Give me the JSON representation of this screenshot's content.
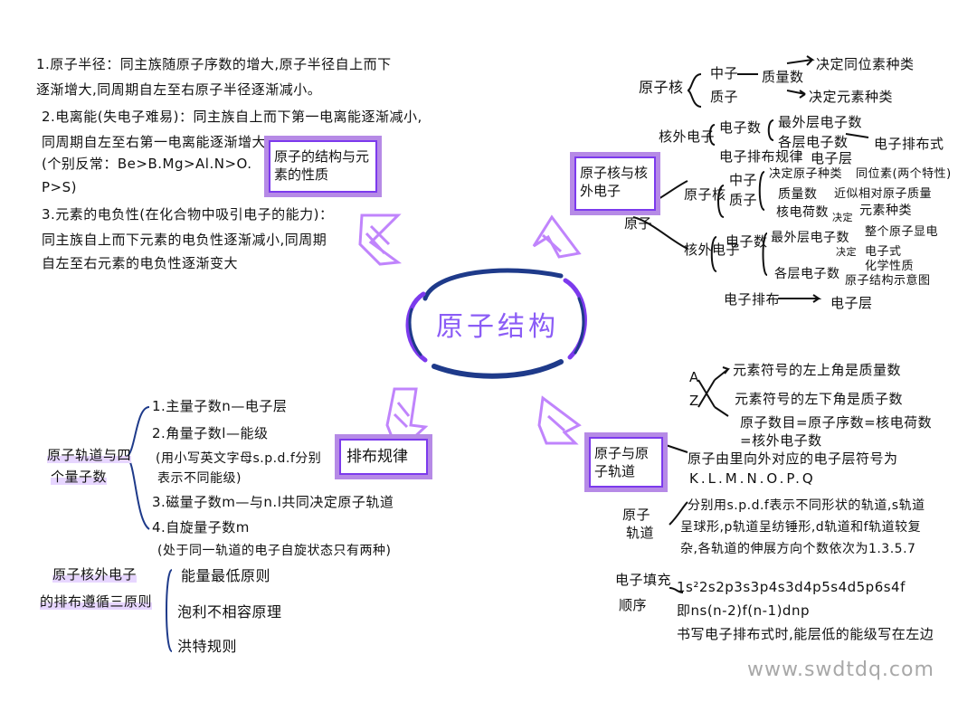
{
  "center": {
    "title": "原子结构"
  },
  "nodes": {
    "properties": "原子的结构与元素的性质",
    "nucleus_electrons": "原子核与核外电子",
    "atom_orbitals": "原子与原子轨道",
    "arrangement": "排布规律"
  },
  "top_left": {
    "l1": "1.原子半径：同主族随原子序数的增大,原子半径自上而下",
    "l2": "逐渐增大,同周期自左至右原子半径逐渐减小。",
    "l3": "2.电离能(失电子难易)：同主族自上而下第一电离能逐渐减小,",
    "l4": "同周期自左至右第一电离能逐渐增大",
    "l5": "(个别反常：Be>B.Mg>Al.N>O.",
    "l6": "P>S)",
    "l7": "3.元素的电负性(在化合物中吸引电子的能力)：",
    "l8": "同主族自上而下元素的电负性逐渐减小,同周期",
    "l9": "自左至右元素的电负性逐渐变大"
  },
  "top_right": {
    "nucleus": "原子核",
    "neutron": "中子",
    "proton": "质子",
    "mass_number": "质量数",
    "isotope": "决定同位素种类",
    "element_kind": "决定元素种类",
    "outer_electrons": "核外电子",
    "e_count": "电子数",
    "outer_shell_e": "最外层电子数",
    "shell_e": "各层电子数",
    "e_rule": "电子排布规律",
    "e_shell": "电子层",
    "e_config": "电子排布式",
    "atom": "原子",
    "nucleus2": "原子核",
    "neutron2": "中子",
    "proton2": "质子",
    "decide_kind": "决定原子种类",
    "isotope2": "同位素(两个特性)",
    "mass_num2": "质量数",
    "approx_mass": "近似相对原子质量",
    "nuclear_charge": "核电荷数",
    "element_kind2": "元素种类",
    "decide": "决定",
    "outer2": "核外电子",
    "e_count2": "电子数",
    "outer_shell2": "最外层电子数",
    "decide2": "决定",
    "whole_atom": "整个原子显电",
    "e_formula": "电子式",
    "chem_prop": "化学性质",
    "shell_e2": "各层电子数",
    "atom_struct": "原子结构示意图",
    "e_arrange": "电子排布",
    "e_shell2": "电子层"
  },
  "right_bottom": {
    "A": "A",
    "Z": "Z",
    "upper_left": "元素符号的左上角是质量数",
    "lower_left": "元素符号的左下角是质子数",
    "eq1": "原子数目=原子序数=核电荷数",
    "eq2": "=核外电子数",
    "shells": "原子由里向外对应的电子层符号为",
    "letters": "K.L.M.N.O.P.Q",
    "orbital_label1": "原子",
    "orbital_label2": "轨道",
    "orb1": "分别用s.p.d.f表示不同形状的轨道,s轨道",
    "orb2": "呈球形,p轨道呈纺锤形,d轨道和f轨道较复",
    "orb3": "杂,各轨道的伸展方向个数依次为1.3.5.7",
    "fill_label1": "电子填充",
    "fill_label2": "顺序",
    "fill1": "1s²2s2p3s3p4s3d4p5s4d5p6s4f",
    "fill2": "即ns(n-2)f(n-1)dnp",
    "fill3": "书写电子排布式时,能层低的能级写在左边"
  },
  "left_bottom": {
    "group1_a": "原子轨道与四",
    "group1_b": "个量子数",
    "q1": "1.主量子数n—电子层",
    "q2": "2.角量子数l—能级",
    "q2a": "(用小写英文字母s.p.d.f分别",
    "q2b": "表示不同能级)",
    "q3": "3.磁量子数m—与n.l共同决定原子轨道",
    "q4": "4.自旋量子数m",
    "q4a": "(处于同一轨道的电子自旋状态只有两种)",
    "group2_a": "原子核外电子",
    "group2_b": "的排布遵循三原则",
    "p1": "能量最低原则",
    "p2": "泡利不相容原理",
    "p3": "洪特规则"
  },
  "watermark": "www.swdtdq.com",
  "colors": {
    "accent": "#8b5cf6",
    "box": "#b68ae6",
    "ring_blue": "#1e3a8a",
    "ring_purple": "#7c3aed"
  }
}
